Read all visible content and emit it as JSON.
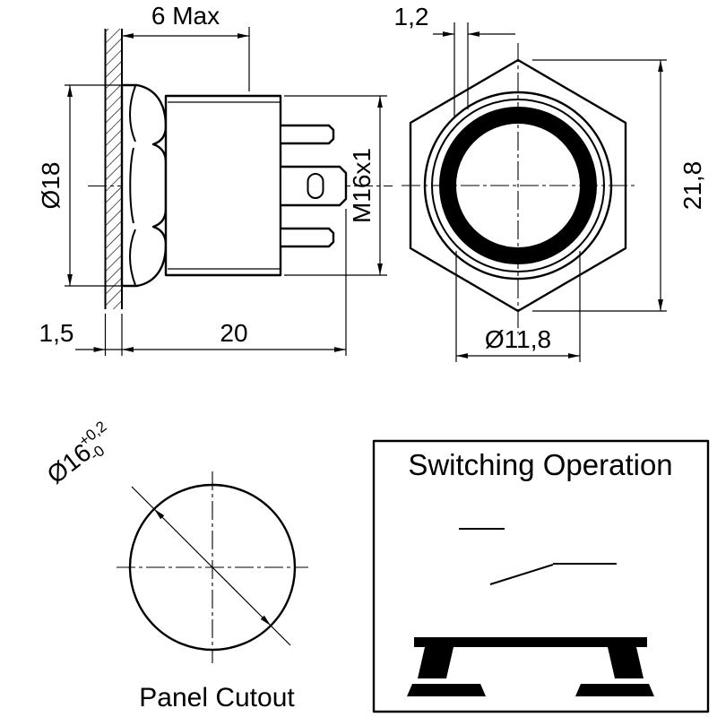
{
  "side_view": {
    "dim_top": "6 Max",
    "dim_head_diameter": "Ø18",
    "dim_thread": "M16x1",
    "dim_panel_thickness": "1,5",
    "dim_body_length": "20"
  },
  "front_view": {
    "dim_offset": "1,2",
    "dim_across_corners": "21,8",
    "dim_ring_diameter": "Ø11,8"
  },
  "panel_cutout": {
    "dim_diameter": "Ø16",
    "tol_upper": "+0,2",
    "tol_lower": "-0",
    "caption": "Panel Cutout"
  },
  "switching_operation": {
    "title": "Switching Operation"
  },
  "colors": {
    "line": "#000000",
    "background": "#ffffff"
  }
}
